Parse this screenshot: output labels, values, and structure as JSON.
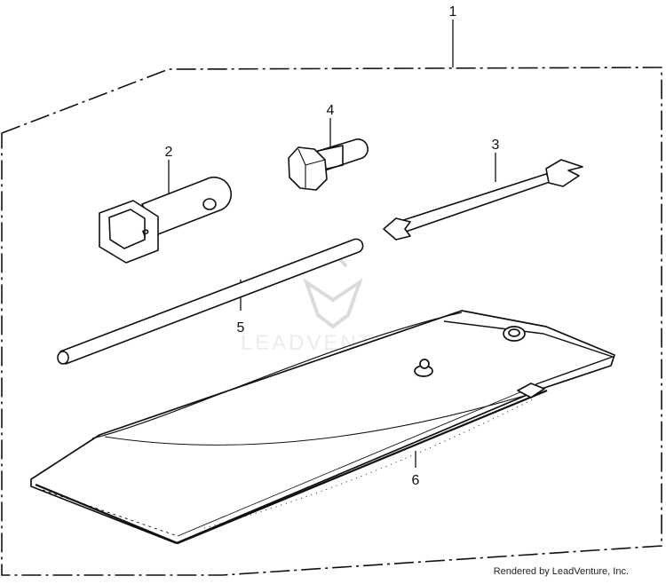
{
  "callouts": [
    {
      "number": "1",
      "part": "tool-kit-assembly"
    },
    {
      "number": "2",
      "part": "plug-wrench"
    },
    {
      "number": "3",
      "part": "open-end-wrench"
    },
    {
      "number": "4",
      "part": "pin"
    },
    {
      "number": "5",
      "part": "bar"
    },
    {
      "number": "6",
      "part": "tool-bag"
    }
  ],
  "wrench_mark": "P",
  "watermark": {
    "text": "LEADVENTURE"
  },
  "footer": {
    "text": "Rendered by LeadVenture, Inc."
  }
}
